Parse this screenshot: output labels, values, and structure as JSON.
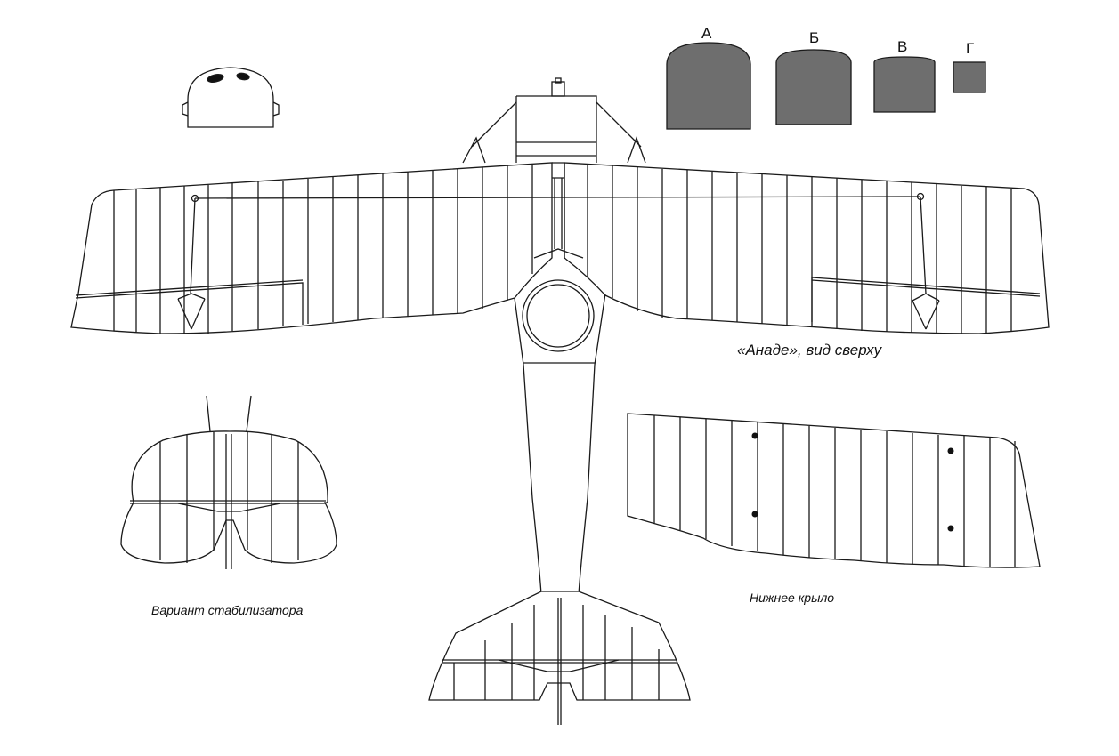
{
  "labels": {
    "main_caption": "«Анаде», вид сверху",
    "stabilizer_caption": "Вариант стабилизатора",
    "lower_wing_caption": "Нижнее крыло",
    "section_a": "А",
    "section_b": "Б",
    "section_v": "В",
    "section_g": "Г"
  },
  "colors": {
    "line": "#1a1a1a",
    "section_fill": "#6e6e6e"
  }
}
